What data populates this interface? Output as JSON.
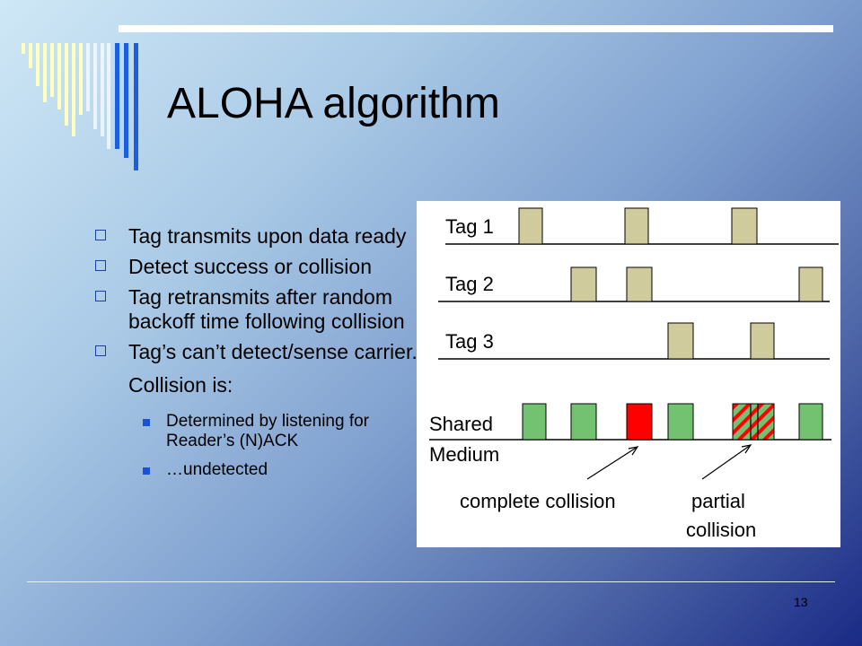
{
  "slide": {
    "title": "ALOHA algorithm",
    "page_number": "13"
  },
  "bullets": [
    {
      "text": "Tag transmits upon data ready",
      "level": 1
    },
    {
      "text": "Detect success or collision",
      "level": 1
    },
    {
      "text": "Tag retransmits after random backoff time following collision",
      "level": 1
    },
    {
      "text": "Tag’s can’t detect/sense carrier.",
      "level": 1
    },
    {
      "text": "Collision is:",
      "level": 1,
      "bullet": false
    },
    {
      "text": "Determined by listening for Reader’s (N)ACK",
      "level": 2
    },
    {
      "text": "…undetected",
      "level": 2
    }
  ],
  "figure": {
    "labels": {
      "tag1": "Tag 1",
      "tag2": "Tag 2",
      "tag3": "Tag 3",
      "shared_line1": "Shared",
      "shared_line2": "Medium",
      "complete_collision": "complete collision",
      "partial_line1": "partial",
      "partial_line2": "collision"
    },
    "colors": {
      "tag_packet": "#cfcb9c",
      "success": "#72c272",
      "collision": "#ff0000"
    }
  }
}
